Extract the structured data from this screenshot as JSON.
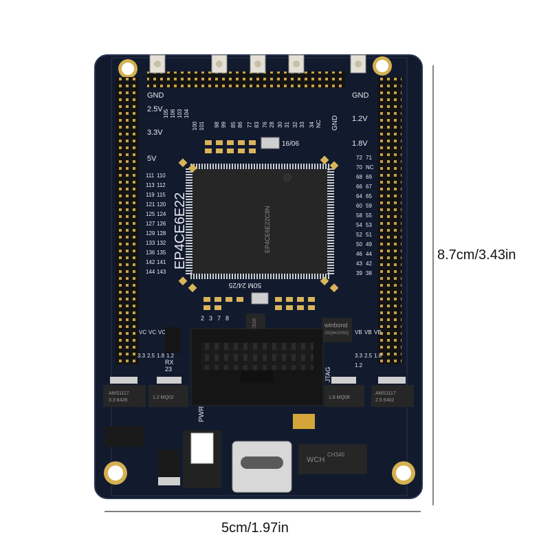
{
  "dimensions": {
    "height_label": "8.7cm/3.43in",
    "width_label": "5cm/1.97in"
  },
  "board": {
    "chip_marking": "EP4CE6E22",
    "chip_part": "EP4CE6E22C8N",
    "crystal_label": "50M 24/25",
    "top_silk": "16/06",
    "left_power_labels": [
      "GND",
      "2.5V",
      "3.3V",
      "5V"
    ],
    "right_power_labels": [
      "GND",
      "1.2V",
      "1.8V"
    ],
    "top_pin_numbers": [
      "105",
      "106",
      "103",
      "104",
      "100",
      "101",
      "98",
      "99",
      "85",
      "86",
      "77",
      "83",
      "76",
      "28",
      "30",
      "31",
      "32",
      "33",
      "34",
      "NC"
    ],
    "top_gnd_label": "GND",
    "left_pin_numbers": [
      "111",
      "110",
      "113",
      "112",
      "119",
      "115",
      "121",
      "120",
      "125",
      "124",
      "127",
      "126",
      "129",
      "128",
      "133",
      "132",
      "136",
      "135",
      "142",
      "141",
      "144",
      "143"
    ],
    "right_pin_numbers": [
      "72",
      "71",
      "70",
      "NC",
      "68",
      "69",
      "66",
      "67",
      "64",
      "65",
      "60",
      "59",
      "58",
      "55",
      "54",
      "53",
      "52",
      "51",
      "50",
      "49",
      "46",
      "44",
      "43",
      "42",
      "39",
      "38"
    ],
    "left_bottom_labels": [
      "VC",
      "VC",
      "VC",
      "3.3",
      "2.5",
      "1.8",
      "1.2"
    ],
    "right_bottom_labels": [
      "VB",
      "VB",
      "VB",
      "3.3",
      "2.5",
      "1.8",
      "1.2"
    ],
    "uart_labels": [
      "RX",
      "23"
    ],
    "jumper_numbers": [
      "2",
      "3",
      "7",
      "8"
    ],
    "jtag_label": "JTAG",
    "config_chip": "EPCS16",
    "flash_brand": "winbond",
    "flash_part": "25Q64JVSIQ",
    "regulator_left": "AMS1117",
    "regulator_right": "AMS1117",
    "regulator_left_value": "3.3 6428",
    "regulator_right_value": "2.5 6402",
    "regulator_mid_value": "1.2 MQ02",
    "regulator_r2_value": "1.8 MQ08",
    "pwr_label": "PWR",
    "usb_chip": "CH340",
    "usb_chip_logo": "WCH"
  },
  "colors": {
    "pcb": "#121a2e",
    "pcb_edge": "#1d2740",
    "gold": "#d9b45a",
    "silk": "#e6e8ee",
    "chip": "#262626",
    "header_black": "#151515"
  }
}
